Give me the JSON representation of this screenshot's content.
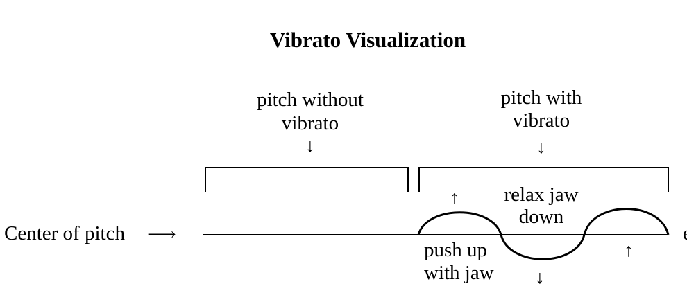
{
  "title": "Vibrato Visualization",
  "labels": {
    "without_vibrato_line1": "pitch without",
    "without_vibrato_line2": "vibrato",
    "with_vibrato_line1": "pitch with",
    "with_vibrato_line2": "vibrato",
    "center_of_pitch": "Center of pitch",
    "center_arrow": "⟶",
    "relax_jaw_line1": "relax jaw",
    "relax_jaw_line2": "down",
    "push_up_line1": "push up",
    "push_up_line2": "with jaw",
    "truncated_edge": "e"
  },
  "arrows": {
    "down": "↓",
    "up": "↑"
  },
  "colors": {
    "ink": "#000000",
    "background": "#ffffff"
  }
}
